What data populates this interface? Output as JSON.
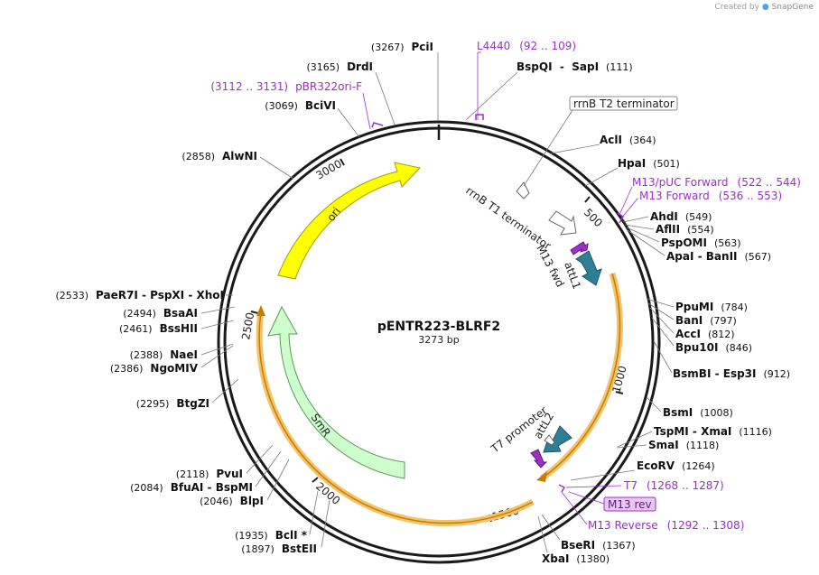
{
  "credit": {
    "prefix": "Created by",
    "brand": "SnapGene"
  },
  "plasmid": {
    "name": "pENTR223-BLRF2",
    "length_label": "3273 bp",
    "length": 3273
  },
  "ticks": [
    "500",
    "1000",
    "1500",
    "2000",
    "2500",
    "3000"
  ],
  "features": [
    {
      "label": "ori",
      "color": "#ffff00",
      "stroke": "#a0a000"
    },
    {
      "label": "SmR",
      "color": "#ccffcc",
      "stroke": "#5a9a5a"
    },
    {
      "label": "attL1",
      "color": "#2e7f96",
      "stroke": "#1d5566"
    },
    {
      "label": "attL2",
      "color": "#2e7f96",
      "stroke": "#1d5566"
    },
    {
      "label": "rrnB T1 terminator",
      "color": "#ffffff",
      "stroke": "#666666"
    },
    {
      "label": "M13 fwd",
      "color": "#9b2fc6",
      "stroke": "#5e1a78"
    },
    {
      "label": "T7 promoter",
      "color": "#ffffff",
      "stroke": "#666666"
    },
    {
      "label": "rrnB T2 terminator",
      "color": "#ffffff",
      "stroke": "#666666"
    },
    {
      "label": "M13 rev",
      "color": "#e8c8f2",
      "stroke": "#9b2fc6"
    }
  ],
  "right_sites": [
    {
      "name": "BspQI",
      "suffix": "  -  SapI",
      "pos": "(111)"
    },
    {
      "name": "AclI",
      "suffix": "",
      "pos": "(364)"
    },
    {
      "name": "HpaI",
      "suffix": "",
      "pos": "(501)"
    },
    {
      "name": "AhdI",
      "suffix": "",
      "pos": "(549)"
    },
    {
      "name": "AflII",
      "suffix": "",
      "pos": "(554)"
    },
    {
      "name": "PspOMI",
      "suffix": "",
      "pos": "(563)"
    },
    {
      "name": "ApaI",
      "suffix": "  -  BanII",
      "pos": "(567)"
    },
    {
      "name": "PpuMI",
      "suffix": "",
      "pos": "(784)"
    },
    {
      "name": "BanI",
      "suffix": "",
      "pos": "(797)"
    },
    {
      "name": "AccI",
      "suffix": "",
      "pos": "(812)"
    },
    {
      "name": "Bpu10I",
      "suffix": "",
      "pos": "(846)"
    },
    {
      "name": "BsmBI",
      "suffix": "  -  Esp3I",
      "pos": "(912)"
    },
    {
      "name": "BsmI",
      "suffix": "",
      "pos": "(1008)"
    },
    {
      "name": "TspMI",
      "suffix": "  -  XmaI",
      "pos": "(1116)"
    },
    {
      "name": "SmaI",
      "suffix": "",
      "pos": "(1118)"
    },
    {
      "name": "EcoRV",
      "suffix": "",
      "pos": "(1264)"
    },
    {
      "name": "BseRI",
      "suffix": "",
      "pos": "(1367)"
    },
    {
      "name": "XbaI",
      "suffix": "",
      "pos": "(1380)"
    }
  ],
  "left_sites": [
    {
      "name": "PciI",
      "prefix": "",
      "pos": "(3267)"
    },
    {
      "name": "DrdI",
      "prefix": "",
      "pos": "(3165)"
    },
    {
      "name": "BciVI",
      "prefix": "",
      "pos": "(3069)"
    },
    {
      "name": "AlwNI",
      "prefix": "",
      "pos": "(2858)"
    },
    {
      "name": "PaeR7I",
      "prefix": "",
      "pos": "(2533)",
      "extra": "  -  PspXI  -  XhoI"
    },
    {
      "name": "BsaAI",
      "prefix": "",
      "pos": "(2494)"
    },
    {
      "name": "BssHII",
      "prefix": "",
      "pos": "(2461)"
    },
    {
      "name": "NaeI",
      "prefix": "",
      "pos": "(2388)"
    },
    {
      "name": "NgoMIV",
      "prefix": "",
      "pos": "(2386)"
    },
    {
      "name": "BtgZI",
      "prefix": "",
      "pos": "(2295)"
    },
    {
      "name": "PvuI",
      "prefix": "",
      "pos": "(2118)"
    },
    {
      "name": "BfuAI",
      "prefix": "",
      "pos": "(2084)",
      "extra": "  -  BspMI"
    },
    {
      "name": "BlpI",
      "prefix": "",
      "pos": "(2046)"
    },
    {
      "name": "BclI *",
      "prefix": "",
      "pos": "(1935)"
    },
    {
      "name": "BstEII",
      "prefix": "",
      "pos": "(1897)"
    }
  ],
  "primers": [
    {
      "name": "L4440",
      "range": "(92 .. 109)"
    },
    {
      "name": "pBR322ori-F",
      "range": "(3112 .. 3131)"
    },
    {
      "name": "M13/pUC Forward",
      "range": "(522 .. 544)"
    },
    {
      "name": "M13 Forward",
      "range": "(536 .. 553)"
    },
    {
      "name": "T7",
      "range": "(1268 .. 1287)"
    },
    {
      "name": "M13 Reverse",
      "range": "(1292 .. 1308)"
    }
  ]
}
